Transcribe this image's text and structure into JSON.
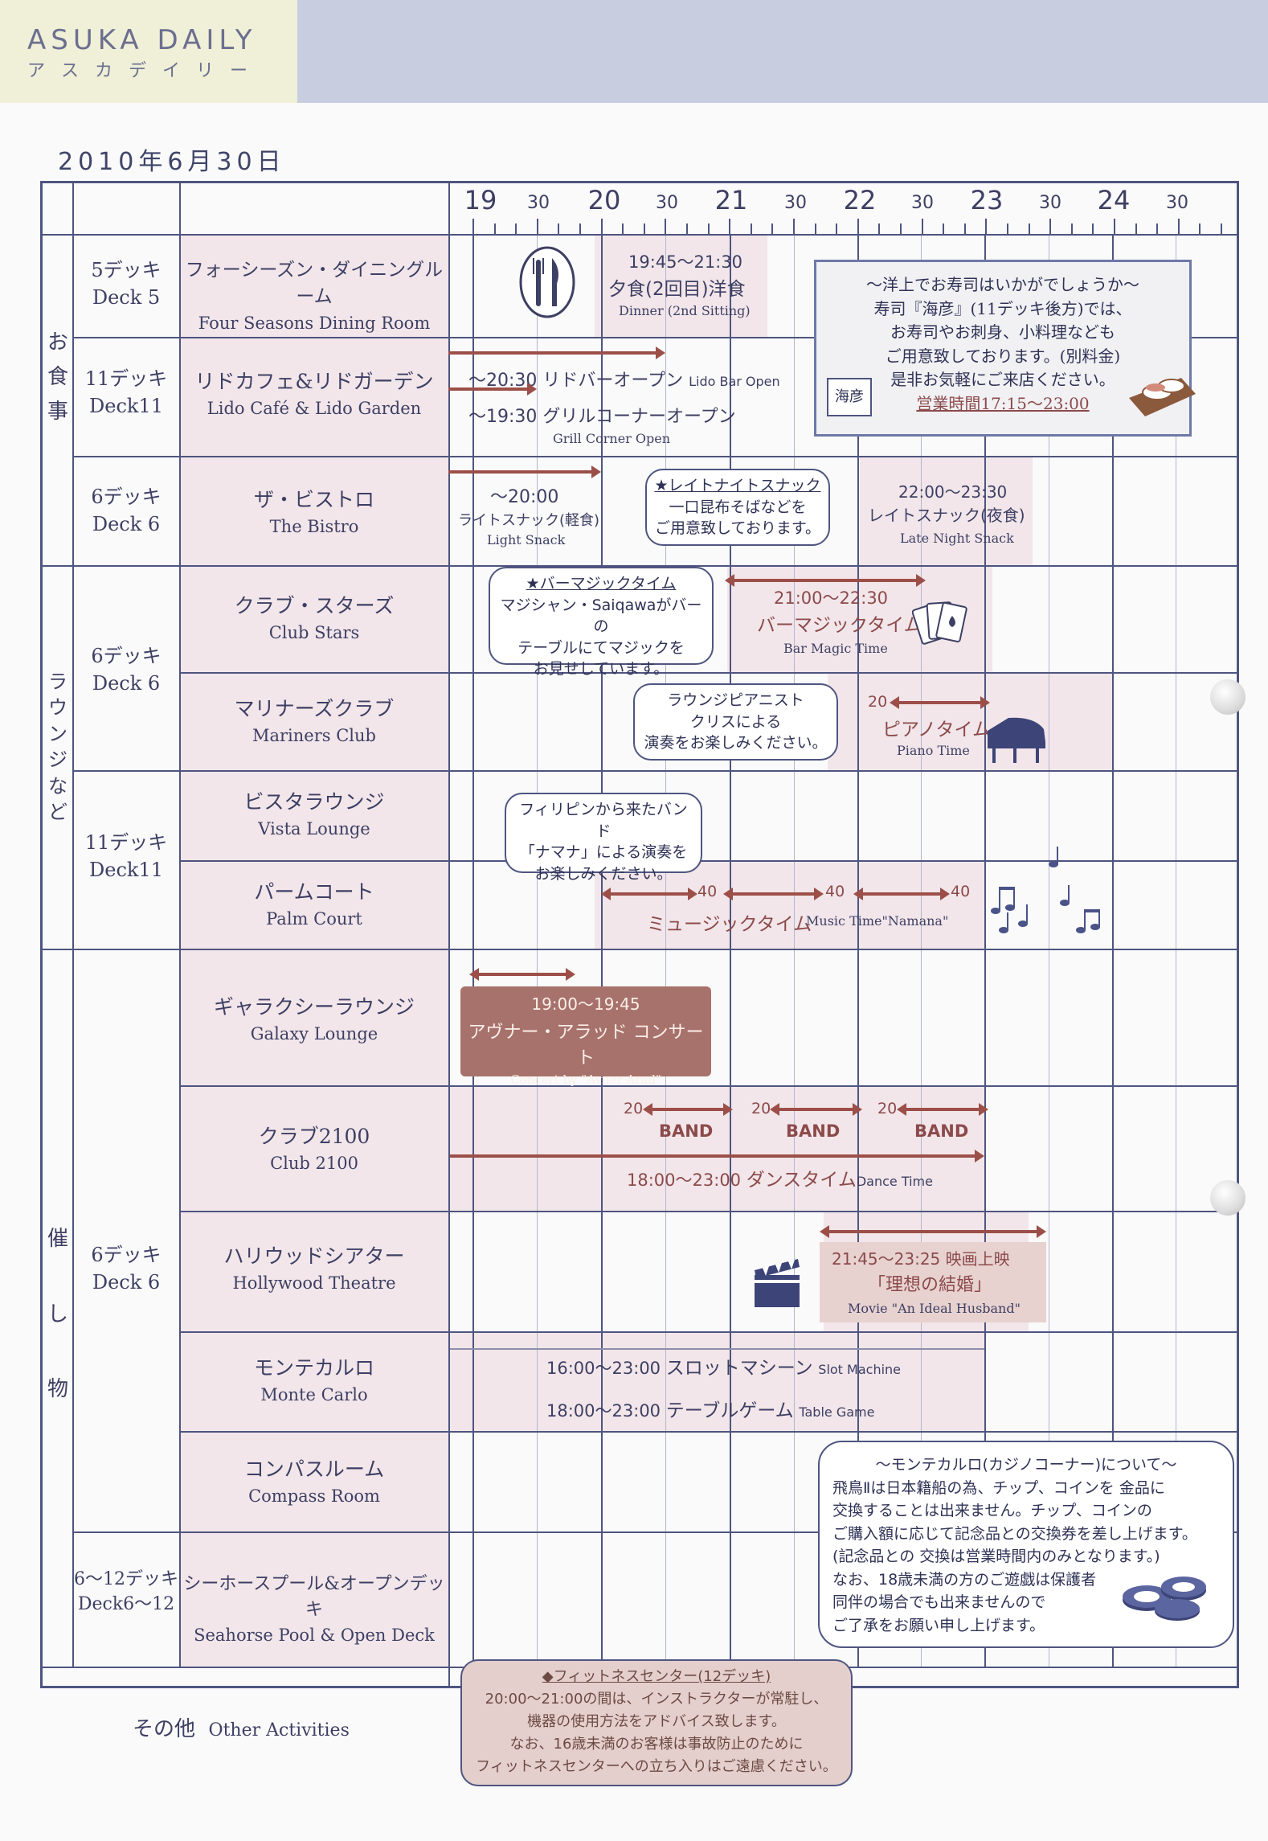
{
  "brand": {
    "name": "ASUKA DAILY",
    "kana": "アスカデイリー"
  },
  "date": "2010年6月30日",
  "hours": [
    "19",
    "20",
    "21",
    "22",
    "23",
    "24"
  ],
  "half_label": "30",
  "categories": {
    "dining": "お食事",
    "lounge": "ラウンジなど",
    "events": "催し物"
  },
  "decks": {
    "deck5": {
      "ja": "5デッキ",
      "en": "Deck 5"
    },
    "deck11a": {
      "ja": "11デッキ",
      "en": "Deck11"
    },
    "deck6a": {
      "ja": "6デッキ",
      "en": "Deck 6"
    },
    "deck6b": {
      "ja": "6デッキ",
      "en": "Deck 6"
    },
    "deck11b": {
      "ja": "11デッキ",
      "en": "Deck11"
    },
    "deck6c": {
      "ja": "6デッキ",
      "en": "Deck 6"
    },
    "deck6_12": {
      "ja": "6〜12デッキ",
      "en": "Deck6〜12"
    }
  },
  "venues": {
    "four_seasons": {
      "ja": "フォーシーズン・ダイニングルーム",
      "en": "Four Seasons Dining Room"
    },
    "lido": {
      "ja": "リドカフェ&リドガーデン",
      "en": "Lido Café & Lido Garden"
    },
    "bistro": {
      "ja": "ザ・ビストロ",
      "en": "The Bistro"
    },
    "club_stars": {
      "ja": "クラブ・スターズ",
      "en": "Club Stars"
    },
    "mariners": {
      "ja": "マリナーズクラブ",
      "en": "Mariners Club"
    },
    "vista": {
      "ja": "ビスタラウンジ",
      "en": "Vista Lounge"
    },
    "palm": {
      "ja": "パームコート",
      "en": "Palm Court"
    },
    "galaxy": {
      "ja": "ギャラクシーラウンジ",
      "en": "Galaxy Lounge"
    },
    "club2100": {
      "ja": "クラブ2100",
      "en": "Club 2100"
    },
    "hollywood": {
      "ja": "ハリウッドシアター",
      "en": "Hollywood Theatre"
    },
    "monte": {
      "ja": "モンテカルロ",
      "en": "Monte Carlo"
    },
    "compass": {
      "ja": "コンパスルーム",
      "en": "Compass Room"
    },
    "seahorse": {
      "ja": "シーホースプール&オープンデッキ",
      "en": "Seahorse Pool & Open Deck"
    }
  },
  "other": {
    "ja": "その他",
    "en": "Other Activities"
  },
  "events": {
    "dinner": {
      "time": "19:45〜21:30",
      "ja": "夕食(2回目)洋食",
      "en": "Dinner (2nd Sitting)"
    },
    "lido_bar": {
      "ja": "〜20:30 リドバーオープン",
      "en": "Lido Bar Open"
    },
    "grill": {
      "ja": "〜19:30 グリルコーナーオープン",
      "en": "Grill Corner Open"
    },
    "light_snack": {
      "time": "〜20:00",
      "ja": "ライトスナック(軽食)",
      "en": "Light Snack"
    },
    "late_snack": {
      "time": "22:00〜23:30",
      "ja": "レイトスナック(夜食)",
      "en": "Late Night Snack"
    },
    "bar_magic": {
      "time": "21:00〜22:30",
      "ja": "バーマジックタイム",
      "en": "Bar Magic Time"
    },
    "piano": {
      "start": "20",
      "ja": "ピアノタイム",
      "en": "Piano Time"
    },
    "music": {
      "m1": "40",
      "m2": "40",
      "m3": "40",
      "ja": "ミュージックタイム",
      "en": "Music Time\"Namana\""
    },
    "concert": {
      "time": "19:00〜19:45",
      "ja": "アヴナー・アラッド コンサート",
      "en": "Concert by \"Avner Arad\""
    },
    "band": {
      "s1": "20",
      "s2": "20",
      "s3": "20",
      "label": "BAND"
    },
    "dance": {
      "time": "18:00〜23:00",
      "ja": "ダンスタイム",
      "en": "Dance Time"
    },
    "movie": {
      "time": "21:45〜23:25 映画上映",
      "ja": "「理想の結婚」",
      "en": "Movie \"An Ideal Husband\""
    },
    "slot": {
      "time": "16:00〜23:00",
      "ja": "スロットマシーン",
      "en": "Slot Machine"
    },
    "table": {
      "time": "18:00〜23:00",
      "ja": "テーブルゲーム",
      "en": "Table Game"
    }
  },
  "bubbles": {
    "late_snack_note": [
      "★レイトナイトスナック",
      "一口昆布そばなどを",
      "ご用意致しております。"
    ],
    "magic_note": [
      "★バーマジックタイム",
      "マジシャン・Saiqawaがバーの",
      "テーブルにてマジックを",
      "お見せしています。"
    ],
    "pianist_note": [
      "ラウンジピアニスト",
      "クリスによる",
      "演奏をお楽しみください。"
    ],
    "band_note": [
      "フィリピンから来たバンド",
      "「ナマナ」による演奏を",
      "お楽しみください。"
    ]
  },
  "sushi": {
    "lines": [
      "〜洋上でお寿司はいかがでしょうか〜",
      "寿司『海彦』(11デッキ後方)では、",
      "お寿司やお刺身、小料理なども",
      "ご用意致しております。(別料金)",
      "是非お気軽にご来店ください。"
    ],
    "hours": "営業時間17:15〜23:00",
    "sign": "海彦"
  },
  "casino": {
    "lines": [
      "〜モンテカルロ(カジノコーナー)について〜",
      "飛鳥Ⅱは日本籍船の為、チップ、コインを 金品に",
      "交換することは出来ません。チップ、コインの",
      "ご購入額に応じて記念品との交換券を差し上げます。",
      "(記念品との 交換は営業時間内のみとなります。)",
      "なお、18歳未満の方のご遊戯は保護者",
      "同伴の場合でも出来ませんので",
      "ご了承をお願い申し上げます。"
    ]
  },
  "fitness": {
    "lines": [
      "◆フィットネスセンター(12デッキ)",
      "20:00〜21:00の間は、インストラクターが常駐し、",
      "機器の使用方法をアドバイス致します。",
      "なお、16歳未満のお客様は事故防止のために",
      "フィットネスセンターへの立ち入りはご遠慮ください。"
    ]
  },
  "icons": [
    "fork-knife-icon",
    "playing-cards-icon",
    "grand-piano-icon",
    "music-notes-icon",
    "clapperboard-icon",
    "sushi-icon",
    "casino-chips-icon"
  ],
  "colors": {
    "grid": "#4e5580",
    "pink": "#f2e6ea",
    "brown": "#a8726c",
    "header": "#c8cde0"
  }
}
